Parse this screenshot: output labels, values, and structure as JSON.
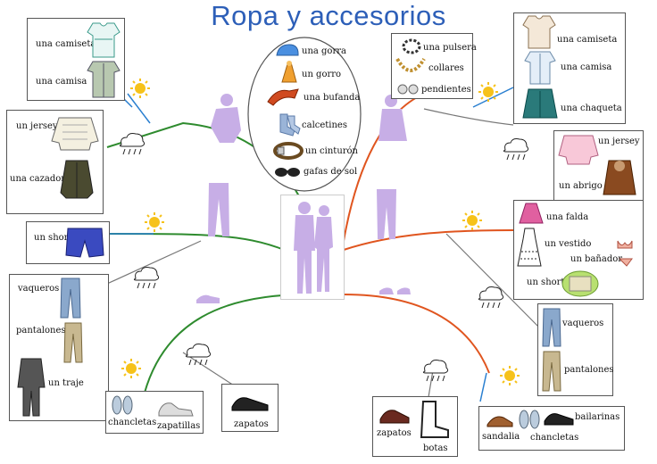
{
  "title": "Ropa y accesorios",
  "colors": {
    "title": "#2d5fb8",
    "branch_green": "#2e8b2e",
    "branch_orange": "#e0551f",
    "branch_blue": "#2a7fd0",
    "branch_gray": "#777777",
    "silhouette": "#c7aee6"
  },
  "accessories": {
    "gorra": "una  gorra",
    "gorro": "un gorro",
    "bufanda": "una  bufanda",
    "calcetines": "calcetines",
    "cinturon": "un  cinturón",
    "gafas": "gafas de sol"
  },
  "jewelry": {
    "pulsera": "una  pulsera",
    "collares": "collares",
    "pendientes": "pendientes"
  },
  "left_top_box": {
    "camiseta": "una  camiseta",
    "camisa": "una  camisa"
  },
  "left_jersey_box": {
    "jersey": "un jersey",
    "cazadora": "una cazadora"
  },
  "left_short_box": {
    "short": "un short"
  },
  "left_pants_box": {
    "vaqueros": "vaqueros",
    "pantalones": "pantalones",
    "traje": "un traje"
  },
  "bottom_left_box": {
    "chancletas": "chancletas",
    "zapatillas": "zapatillas"
  },
  "bottom_mid_box": {
    "zapatos": "zapatos"
  },
  "bottom_center_box": {
    "zapatos": "zapatos",
    "botas": "botas"
  },
  "bottom_right_box": {
    "sandalia": "sandalia",
    "chancletas": "chancletas",
    "bailarinas": "bailarinas"
  },
  "right_top_box": {
    "camiseta": "una  camiseta",
    "camisa": "una  camisa",
    "chaqueta": "una  chaqueta"
  },
  "right_jersey_box": {
    "jersey": "un jersey",
    "abrigo": "un   abrigo"
  },
  "right_falda_box": {
    "falda": "una  falda",
    "vestido": "un  vestido",
    "banador": "un  bañador",
    "short": "un short"
  },
  "right_pants_box": {
    "vaqueros": "vaqueros",
    "pantalones": "pantalones"
  },
  "icons": [
    "sun-icon",
    "rain-cloud-icon"
  ]
}
